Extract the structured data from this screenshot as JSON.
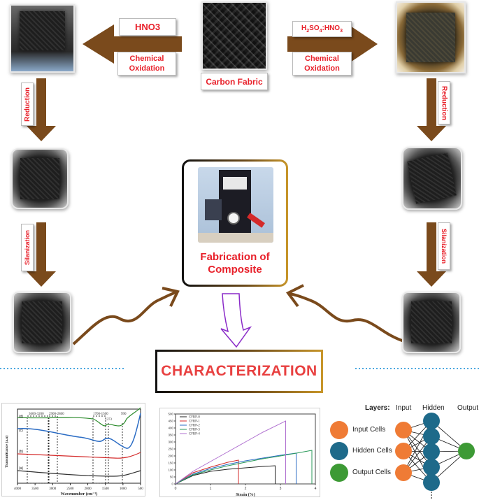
{
  "center_top": {
    "label": "Carbon Fabric"
  },
  "left_branch": {
    "reagent": "HNO3",
    "process": [
      "Chemical",
      "Oxidation"
    ],
    "step1": "Reduction",
    "step2": "Silanization"
  },
  "right_branch": {
    "reagent_parts": [
      "H",
      "2",
      "SO",
      "4",
      ":HNO",
      "3"
    ],
    "process": [
      "Chemical",
      "Oxidation"
    ],
    "step1": "Reduction",
    "step2": "Silanization"
  },
  "fabrication": {
    "label_lines": [
      "Fabrication of",
      "Composite"
    ]
  },
  "characterization": {
    "label": "CHARACTERIZATION"
  },
  "ftir": {
    "ylabel": "Transmittance (a.u)",
    "xlabel": "Wavenumber (cm⁻¹)",
    "xticks": [
      "4000",
      "3500",
      "3000",
      "2500",
      "2000",
      "1500",
      "1000",
      "500"
    ],
    "peaks": [
      "3600-3200",
      "2900-2800",
      "1700-1500",
      "1373",
      "990"
    ],
    "series_labels": [
      "(d)",
      "(c)",
      "(b)",
      "(a)"
    ],
    "colors": {
      "d": "#2a8a2a",
      "c": "#2b6cc4",
      "b": "#d42a2a",
      "a": "#333333"
    }
  },
  "chart_data": {
    "type": "line",
    "title": "",
    "xlabel": "Strain (%)",
    "ylabel": "",
    "xlim": [
      0,
      4
    ],
    "ylim": [
      0,
      500
    ],
    "xticks": [
      "0",
      "1",
      "2",
      "3",
      "4"
    ],
    "yticks": [
      "0",
      "50",
      "100",
      "150",
      "200",
      "250",
      "300",
      "350",
      "400",
      "450",
      "500"
    ],
    "series": [
      {
        "name": "CFRP-0",
        "color": "#222222",
        "x": [
          0,
          0.5,
          1.0,
          1.5,
          2.0,
          2.5,
          2.85,
          2.85
        ],
        "y": [
          0,
          60,
          90,
          105,
          115,
          125,
          130,
          0
        ]
      },
      {
        "name": "CFRP-1",
        "color": "#d42a2a",
        "x": [
          0,
          0.5,
          1.0,
          1.5,
          1.8,
          1.8
        ],
        "y": [
          0,
          80,
          120,
          155,
          170,
          0
        ]
      },
      {
        "name": "CFRP-2",
        "color": "#2b6cc4",
        "x": [
          0,
          0.5,
          1.0,
          1.5,
          2.0,
          2.5,
          3.0,
          3.45,
          3.45
        ],
        "y": [
          0,
          70,
          110,
          140,
          165,
          185,
          205,
          220,
          0
        ]
      },
      {
        "name": "CFRP-3",
        "color": "#2a9a5a",
        "x": [
          0,
          0.5,
          1.0,
          1.5,
          2.0,
          2.5,
          3.0,
          3.5,
          3.9,
          3.9
        ],
        "y": [
          0,
          65,
          100,
          130,
          155,
          180,
          200,
          222,
          240,
          0
        ]
      },
      {
        "name": "CFRP-4",
        "color": "#b070d0",
        "x": [
          0,
          0.5,
          1.0,
          1.5,
          2.0,
          2.5,
          3.15,
          3.15
        ],
        "y": [
          0,
          90,
          160,
          230,
          300,
          370,
          450,
          0
        ]
      }
    ]
  },
  "neural_net": {
    "title": "Layers:",
    "col_headers": [
      "Input",
      "Hidden",
      "Output"
    ],
    "legend": [
      {
        "label": "Input Cells",
        "color": "#ef7b35"
      },
      {
        "label": "Hidden Cells",
        "color": "#1e6a8a"
      },
      {
        "label": "Output Cells",
        "color": "#3d9a35"
      }
    ]
  }
}
